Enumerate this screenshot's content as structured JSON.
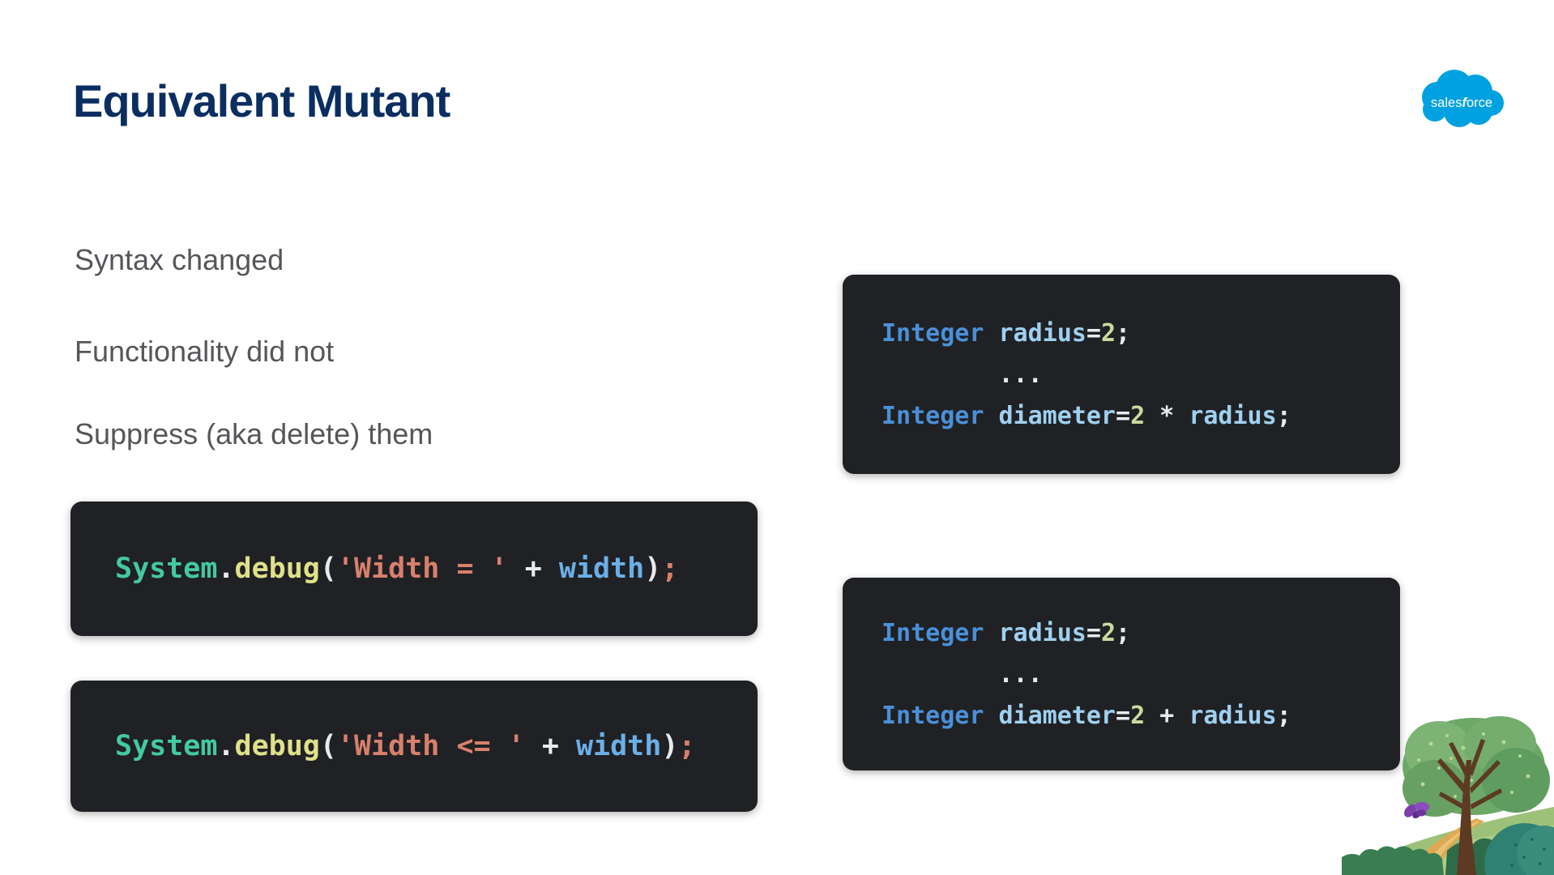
{
  "slide": {
    "title": "Equivalent Mutant",
    "bullets": [
      "Syntax changed",
      "Functionality did not",
      "Suppress (aka delete) them"
    ]
  },
  "logo": {
    "brand_text": "salesforce",
    "cloud_color": "#00A1E0",
    "text_color": "#ffffff"
  },
  "colors": {
    "title": "#0b2e61",
    "body_text": "#55565a",
    "code_bg": "#202124",
    "teal": "#43c9a2",
    "yellow": "#dfe08a",
    "coral": "#d8806c",
    "blue_light": "#6ab0e8",
    "blue_keyword": "#4a90d9",
    "blue_var": "#9fd0f0",
    "green_num": "#ccd9a0",
    "white": "#e8eaed"
  },
  "code_blocks": [
    {
      "id": "code-left-1",
      "name": "original-debug-statement",
      "lines": [
        [
          {
            "t": "System",
            "c": "teal"
          },
          {
            "t": ".",
            "c": "white"
          },
          {
            "t": "debug",
            "c": "yellow"
          },
          {
            "t": "(",
            "c": "white"
          },
          {
            "t": "'Width = '",
            "c": "coral"
          },
          {
            "t": " + ",
            "c": "white"
          },
          {
            "t": "width",
            "c": "blue_light"
          },
          {
            "t": ")",
            "c": "white"
          },
          {
            "t": ";",
            "c": "coral"
          }
        ]
      ]
    },
    {
      "id": "code-left-2",
      "name": "mutated-debug-statement",
      "lines": [
        [
          {
            "t": "System",
            "c": "teal"
          },
          {
            "t": ".",
            "c": "white"
          },
          {
            "t": "debug",
            "c": "yellow"
          },
          {
            "t": "(",
            "c": "white"
          },
          {
            "t": "'Width <= '",
            "c": "coral"
          },
          {
            "t": " + ",
            "c": "white"
          },
          {
            "t": "width",
            "c": "blue_light"
          },
          {
            "t": ")",
            "c": "white"
          },
          {
            "t": ";",
            "c": "coral"
          }
        ]
      ]
    },
    {
      "id": "code-right-1",
      "name": "original-diameter-code",
      "lines": [
        [
          {
            "t": "Integer",
            "c": "blue_keyword"
          },
          {
            "t": " ",
            "c": "white"
          },
          {
            "t": "radius",
            "c": "blue_var"
          },
          {
            "t": "=",
            "c": "white"
          },
          {
            "t": "2",
            "c": "green_num"
          },
          {
            "t": ";",
            "c": "white"
          }
        ],
        [
          {
            "t": "        ...",
            "c": "white"
          }
        ],
        [
          {
            "t": "Integer",
            "c": "blue_keyword"
          },
          {
            "t": " ",
            "c": "white"
          },
          {
            "t": "diameter",
            "c": "blue_var"
          },
          {
            "t": "=",
            "c": "white"
          },
          {
            "t": "2",
            "c": "green_num"
          },
          {
            "t": " * ",
            "c": "white"
          },
          {
            "t": "radius",
            "c": "blue_var"
          },
          {
            "t": ";",
            "c": "white"
          }
        ]
      ]
    },
    {
      "id": "code-right-2",
      "name": "mutated-diameter-code",
      "lines": [
        [
          {
            "t": "Integer",
            "c": "blue_keyword"
          },
          {
            "t": " ",
            "c": "white"
          },
          {
            "t": "radius",
            "c": "blue_var"
          },
          {
            "t": "=",
            "c": "white"
          },
          {
            "t": "2",
            "c": "green_num"
          },
          {
            "t": ";",
            "c": "white"
          }
        ],
        [
          {
            "t": "        ...",
            "c": "white"
          }
        ],
        [
          {
            "t": "Integer",
            "c": "blue_keyword"
          },
          {
            "t": " ",
            "c": "white"
          },
          {
            "t": "diameter",
            "c": "blue_var"
          },
          {
            "t": "=",
            "c": "white"
          },
          {
            "t": "2",
            "c": "green_num"
          },
          {
            "t": " + ",
            "c": "white"
          },
          {
            "t": "radius",
            "c": "blue_var"
          },
          {
            "t": ";",
            "c": "white"
          }
        ]
      ]
    }
  ]
}
